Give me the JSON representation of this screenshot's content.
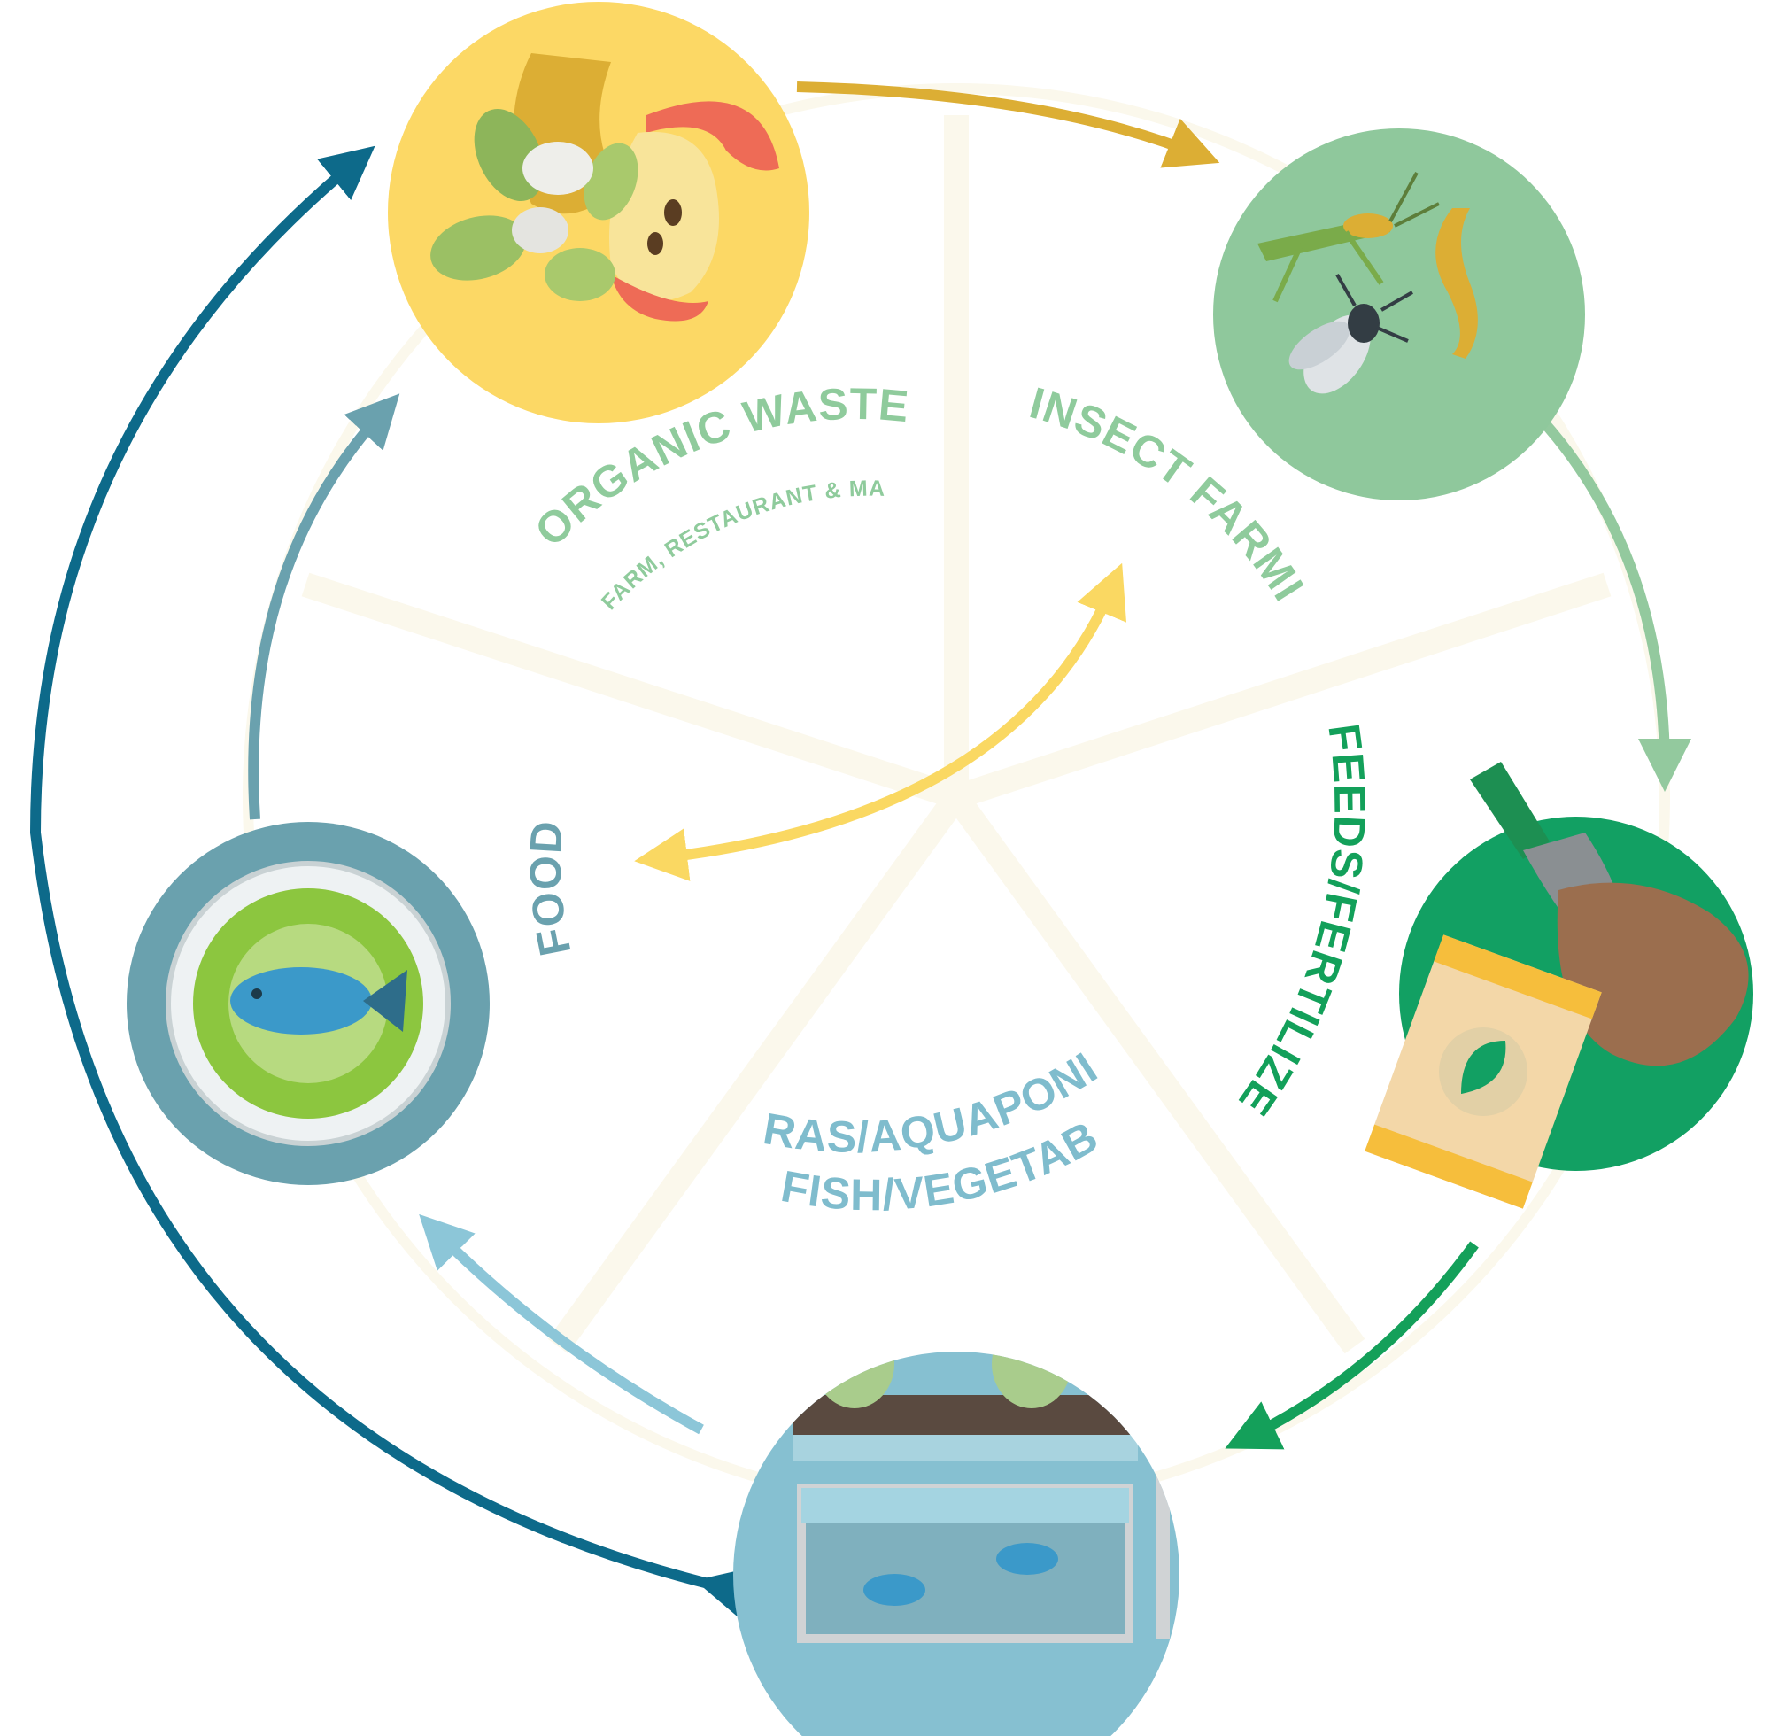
{
  "labels": {
    "organic_waste": "ORGANIC WASTE",
    "organic_waste_sub": "FARM, RESTAURANT & MARKET",
    "insect_farming": "INSECT FARMING",
    "feeds_fertilizer": "FEEDS/FERTILIZER",
    "ras_line1": "RAS/AQUAPONICS",
    "ras_line2": "FISH/VEGETABLE",
    "food": "FOOD"
  },
  "colors": {
    "waste_circle": "#fcd865",
    "waste_arrow": "#dcae34",
    "insect_circle": "#8fc89c",
    "insect_arrow": "#93c99e",
    "fertilizer_circle": "#12a063",
    "fertilizer_arrow": "#14a05a",
    "aquaponics_circle": "#86c0d1",
    "aquaponics_arrow": "#8cc6d8",
    "food_ring": "#6aa1ae",
    "food_arrow": "#6aa1ae",
    "outer_arrow": "#0d6a8a",
    "center_arrow": "#fad862",
    "spokes": "#fbf8ec",
    "label_green": "#8fcb9c",
    "label_dark_green": "#13a05a",
    "label_blue": "#7fbccd",
    "label_teal": "#6aa1ae"
  },
  "icons": [
    "food-scraps-icon",
    "insects-icon",
    "fertilizer-bag-icon",
    "aquaponics-tank-icon",
    "fish-plate-icon"
  ]
}
